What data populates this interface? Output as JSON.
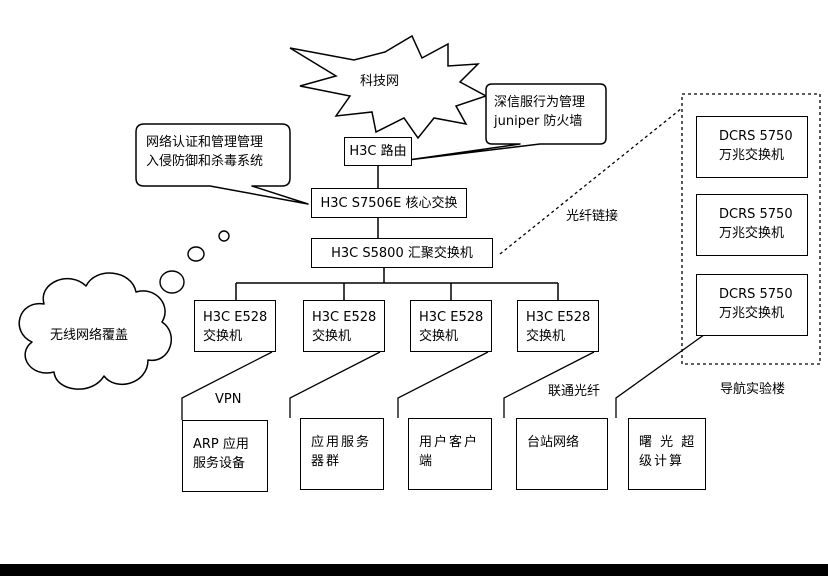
{
  "cloud_label": "科技网",
  "router": "H3C 路由",
  "core_switch": "H3C  S7506E 核心交换",
  "aggregation_switch": "H3C  S5800 汇聚交换机",
  "callouts": {
    "firewall": "深信服行为管理\njuniper 防火墙",
    "security": "网络认证和管理管理\n入侵防御和杀毒系统",
    "wireless": "无线网络覆盖"
  },
  "access_switches": [
    "H3C E528\n交换机",
    "H3C E528\n交换机",
    "H3C E528\n交换机",
    "H3C E528\n交换机"
  ],
  "nav_building": {
    "switches": [
      "DCRS 5750\n万兆交换机",
      "DCRS 5750\n万兆交换机",
      "DCRS 5750\n万兆交换机"
    ],
    "label": "导航实验楼"
  },
  "fiber_link_label": "光纤链接",
  "vpn_label": "VPN",
  "unicom_label": "联通光纤",
  "services": [
    "ARP 应用\n服务设备",
    "应用服务\n器群",
    "用户客户\n端",
    "台站网络",
    "曙 光 超\n级计算"
  ]
}
